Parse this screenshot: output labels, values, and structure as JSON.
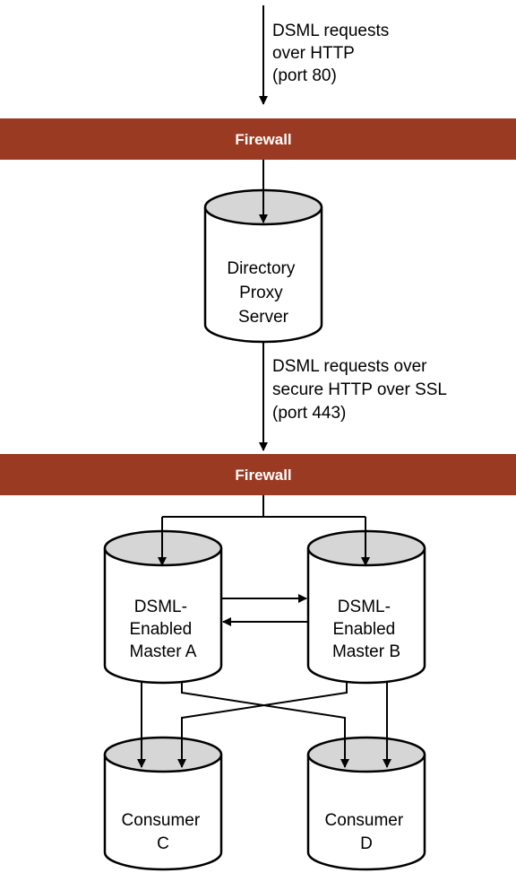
{
  "colors": {
    "firewall": "#9b3a23",
    "cylinder_top": "#d6d6d6",
    "line": "#000000"
  },
  "edges": {
    "incoming": [
      "DSML requests",
      "over HTTP",
      "(port 80)"
    ],
    "proxy_to_masters": [
      "DSML requests over",
      "secure HTTP over SSL",
      "(port 443)"
    ]
  },
  "firewalls": [
    {
      "label": "Firewall"
    },
    {
      "label": "Firewall"
    }
  ],
  "nodes": {
    "proxy": {
      "lines": [
        "Directory",
        "Proxy",
        "Server"
      ]
    },
    "master_a": {
      "lines": [
        "DSML-",
        "Enabled",
        "Master A"
      ]
    },
    "master_b": {
      "lines": [
        "DSML-",
        "Enabled",
        "Master B"
      ]
    },
    "consumer_c": {
      "lines": [
        "Consumer",
        "C"
      ]
    },
    "consumer_d": {
      "lines": [
        "Consumer",
        "D"
      ]
    }
  }
}
